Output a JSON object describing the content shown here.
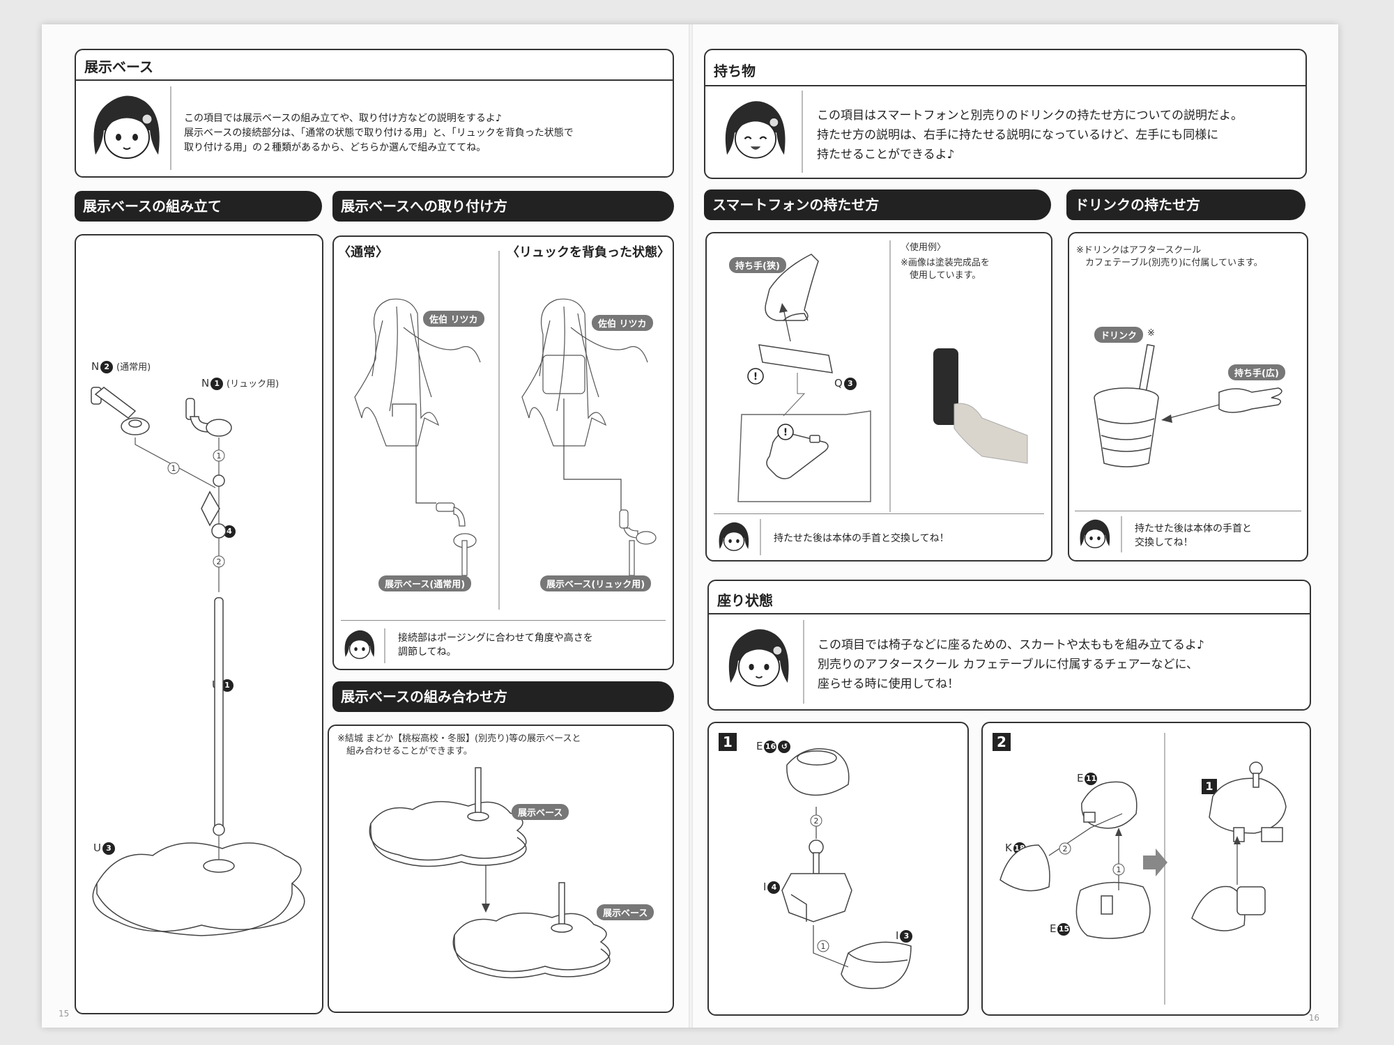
{
  "left": {
    "display_base": {
      "title": "展示ベース",
      "intro": "この項目では展示ベースの組み立てや、取り付け方などの説明をするよ♪\n展示ベースの接続部分は、「通常の状態で取り付ける用」と、「リュックを背負った状態で\n取り付ける用」の２種類があるから、どちらか選んで組み立ててね。"
    },
    "assembly": {
      "title": "展示ベースの組み立て",
      "part_n2": "N",
      "part_n2_num": "2",
      "part_n2_note": "(通常用)",
      "part_n1": "N",
      "part_n1_num": "1",
      "part_n1_note": "(リュック用)",
      "part_u4": "U",
      "part_u4_num": "4",
      "part_u1": "U",
      "part_u1_num": "1",
      "part_u3": "U",
      "part_u3_num": "3"
    },
    "attach": {
      "title": "展示ベースへの取り付け方",
      "normal": "〈通常〉",
      "backpack": "〈リュックを背負った状態〉",
      "char_name": "佐伯 リツカ",
      "base_normal": "展示ベース(通常用)",
      "base_backpack": "展示ベース(リュック用)",
      "tip": "接続部はポージングに合わせて角度や高さを\n調節してね。"
    },
    "combine": {
      "title": "展示ベースの組み合わせ方",
      "note": "※結城 まどか【桃桜高校・冬服】(別売り)等の展示ベースと\n　組み合わせることができます。",
      "label": "展示ベース"
    },
    "page": "15"
  },
  "right": {
    "held_items": {
      "title": "持ち物",
      "intro": "この項目はスマートフォンと別売りのドリンクの持たせ方についての説明だよ。\n持たせ方の説明は、右手に持たせる説明になっているけど、左手にも同様に\n持たせることができるよ♪"
    },
    "phone": {
      "title": "スマートフォンの持たせ方",
      "hand": "持ち手(狭)",
      "part": "Q",
      "part_num": "3",
      "example_title": "〈使用例〉",
      "example_note": "※画像は塗装完成品を\n　使用しています。",
      "tip": "持たせた後は本体の手首と交換してね！"
    },
    "drink": {
      "title": "ドリンクの持たせ方",
      "note": "※ドリンクはアフタースクール\n　カフェテーブル(別売り)に付属しています。",
      "drink_label": "ドリンク",
      "drink_mark": "※",
      "hand": "持ち手(広)",
      "tip": "持たせた後は本体の手首と\n交換してね！"
    },
    "sitting": {
      "title": "座り状態",
      "intro": "この項目では椅子などに座るための、スカートや太ももを組み立てるよ♪\n別売りのアフタースクール カフェテーブルに付属するチェアーなどに、\n座らせる時に使用してね！"
    },
    "step1": {
      "num": "1",
      "part_e16": "E",
      "part_e16_num": "16",
      "part_i4": "I",
      "part_i4_num": "4",
      "part_i3": "I",
      "part_i3_num": "3"
    },
    "step2": {
      "num": "2",
      "part_e11": "E",
      "part_e11_num": "11",
      "part_k18": "K",
      "part_k18_num": "18",
      "part_e15": "E",
      "part_e15_num": "15",
      "ref_num": "1"
    },
    "page": "16"
  }
}
